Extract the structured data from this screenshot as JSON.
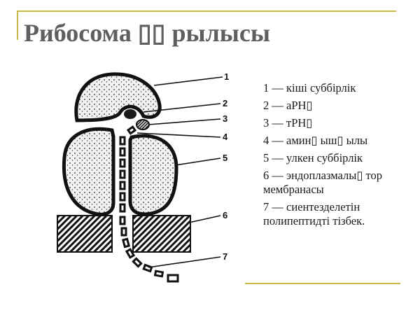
{
  "slide": {
    "title": "Рибосома ▯▯ рылысы",
    "accent_color": "#c9b84a",
    "title_color": "#5f5f5f"
  },
  "figure": {
    "labels": [
      "1",
      "2",
      "3",
      "4",
      "5",
      "6",
      "7"
    ]
  },
  "legend": {
    "items": [
      "1 — кіші суббірлік",
      "2 — аРН▯",
      "3 — тРН▯",
      "4 — амин▯ ыш▯ ылы",
      "5 — улкен суббірлік",
      "6 — эндоплазмалы▯ тор мембранасы",
      "7 — сиентезделетін полипептидті тізбек."
    ]
  }
}
